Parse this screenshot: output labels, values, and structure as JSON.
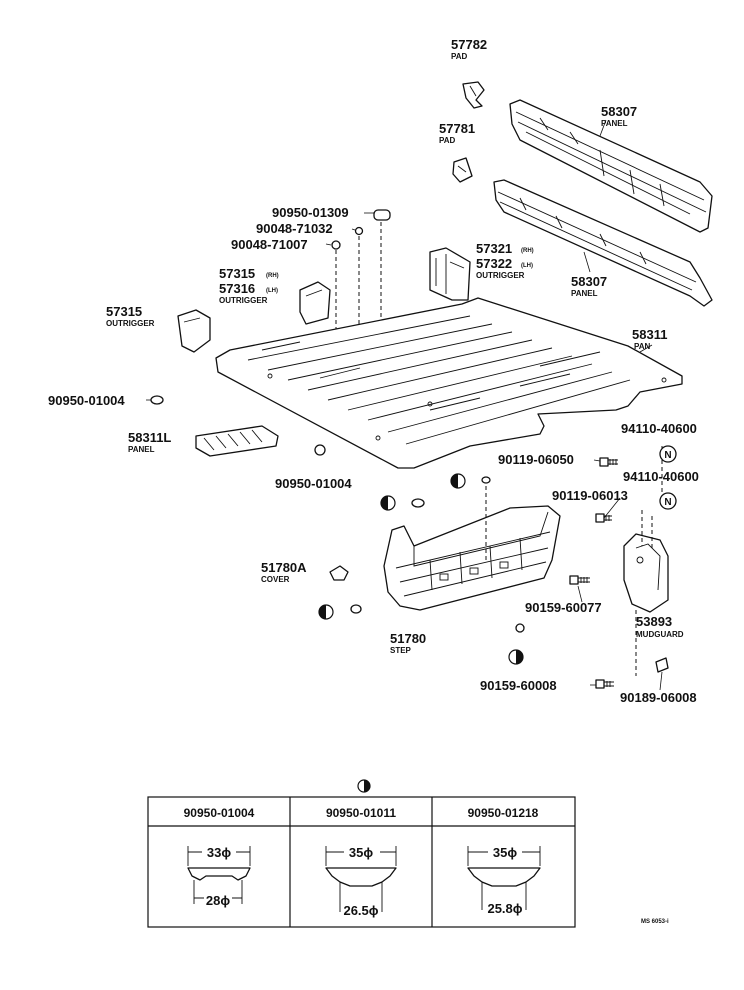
{
  "callouts": {
    "p57782": {
      "number": "57782",
      "name": "PAD"
    },
    "p57781": {
      "number": "57781",
      "name": "PAD"
    },
    "p58307_upper": {
      "number": "58307",
      "name": "PANEL"
    },
    "p58307_lower": {
      "number": "58307",
      "name": "PANEL"
    },
    "p90950_01309": {
      "number": "90950-01309"
    },
    "p90048_71032": {
      "number": "90048-71032"
    },
    "p90048_71007": {
      "number": "90048-71007"
    },
    "p57321": {
      "number": "57321",
      "side": "(RH)"
    },
    "p57322": {
      "number": "57322",
      "side": "(LH)",
      "name": "OUTRIGGER"
    },
    "p57315_rh": {
      "number": "57315",
      "side": "(RH)"
    },
    "p57316": {
      "number": "57316",
      "side": "(LH)",
      "name": "OUTRIGGER"
    },
    "p57315": {
      "number": "57315",
      "name": "OUTRIGGER"
    },
    "p58311": {
      "number": "58311",
      "name": "PAN"
    },
    "p90950_01004_a": {
      "number": "90950-01004"
    },
    "p58311L": {
      "number": "58311L",
      "name": "PANEL"
    },
    "p90950_01004_b": {
      "number": "90950-01004"
    },
    "p94110_40600_a": {
      "number": "94110-40600"
    },
    "p94110_40600_b": {
      "number": "94110-40600"
    },
    "p90119_06050": {
      "number": "90119-06050"
    },
    "p90119_06013": {
      "number": "90119-06013"
    },
    "p51780A": {
      "number": "51780A",
      "name": "COVER"
    },
    "p90159_60077": {
      "number": "90159-60077"
    },
    "p53893": {
      "number": "53893",
      "name": "MUDGUARD"
    },
    "p51780": {
      "number": "51780",
      "name": "STEP"
    },
    "p90159_60008": {
      "number": "90159-60008"
    },
    "p90189_06008": {
      "number": "90189-06008"
    }
  },
  "marker_letter": "N",
  "grommet_table": {
    "columns": [
      {
        "part": "90950-01004",
        "top": "33ϕ",
        "bottom": "28ϕ"
      },
      {
        "part": "90950-01011",
        "top": "35ϕ",
        "bottom": "26.5ϕ"
      },
      {
        "part": "90950-01218",
        "top": "35ϕ",
        "bottom": "25.8ϕ"
      }
    ]
  },
  "footer_code": "MS 6053-i"
}
